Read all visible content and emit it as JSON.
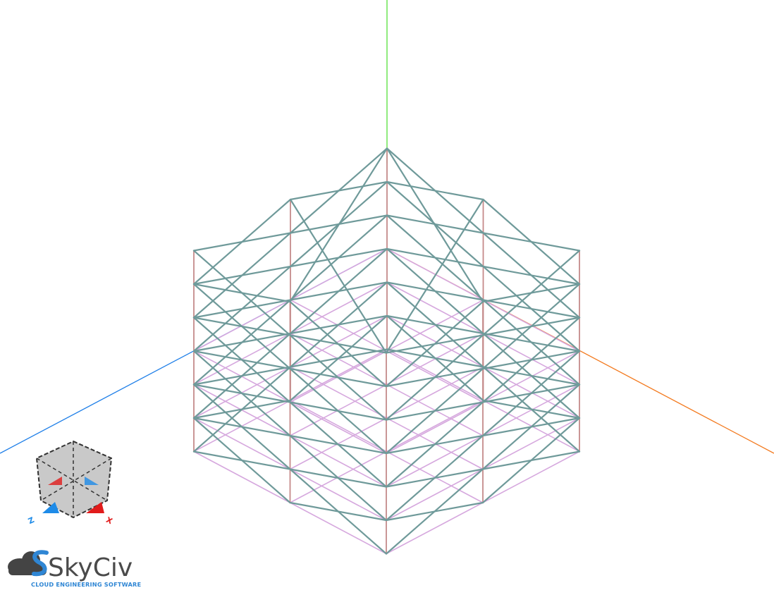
{
  "viewport": {
    "name": "3D model view",
    "colors": {
      "background": "#ffffff",
      "y_axis": "#55e03a",
      "x_axis": "#f37a1f",
      "z_axis": "#1f7fe8",
      "column": "#c58a8a",
      "brace": "#6f9a9a",
      "beam": "#d6a8de"
    }
  },
  "view_cube": {
    "x_label": "X",
    "z_label": "Z",
    "x_color": "#e11b1b",
    "z_color": "#1e8be8",
    "face_color": "#c9c9c9"
  },
  "logo": {
    "wordmark": "SkyCiv",
    "tagline": "CLOUD ENGINEERING SOFTWARE",
    "icon": "cloud-s-icon"
  }
}
